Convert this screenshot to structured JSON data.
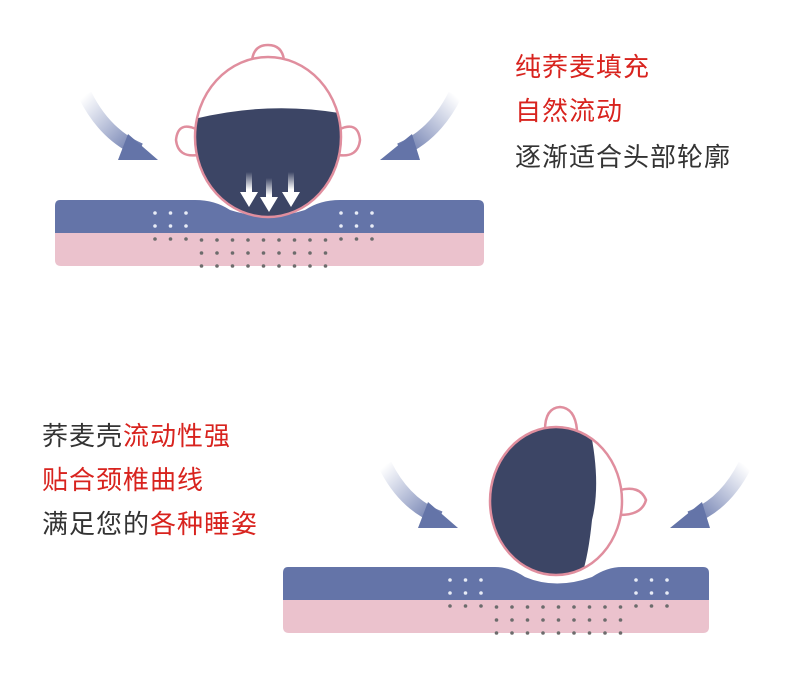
{
  "top_caption": {
    "line1": "纯荞麦填充",
    "line2": "自然流动",
    "line3": "逐渐适合头部轮廓"
  },
  "bottom_caption": {
    "line1_a": "荞麦壳",
    "line1_b": "流动性强",
    "line2": "贴合颈椎曲线",
    "line3_a": "满足您的",
    "line3_b": "各种睡姿"
  },
  "colors": {
    "red_text": "#d8231e",
    "dark_text": "#333333",
    "pillow_blue": "#6474a8",
    "pillow_pink": "#ebc2cd",
    "head_dark": "#3c4565",
    "head_outline": "#e08e9e"
  }
}
